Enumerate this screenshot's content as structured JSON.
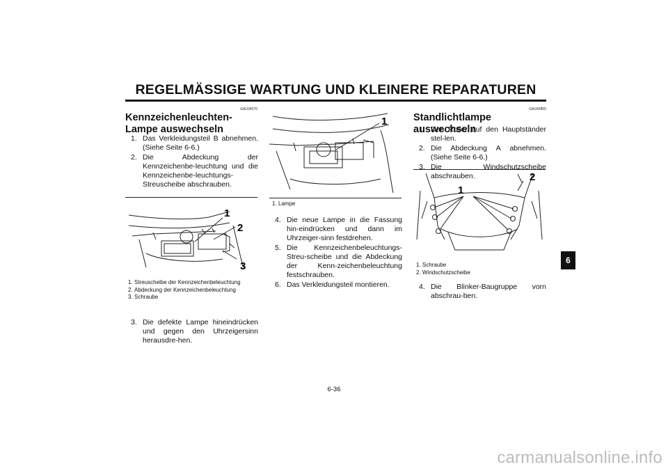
{
  "header": {
    "title": "REGELMÄSSIGE WARTUNG UND KLEINERE REPARATUREN"
  },
  "left": {
    "code": "GAU34270",
    "title": "Kennzeichenleuchten-Lampe auswechseln",
    "steps_a": [
      {
        "num": "1.",
        "text": "Das Verkleidungsteil B abnehmen. (Siehe Seite 6-6.)"
      },
      {
        "num": "2.",
        "text": "Die Abdeckung der Kennzeichenbe-leuchtung und die Kennzeichenbe-leuchtungs-Streuscheibe abschrauben."
      }
    ],
    "figure": {
      "label_1": "1",
      "label_2": "2",
      "label_3": "3"
    },
    "captions": [
      {
        "num": "1.",
        "text": "Streuscheibe der Kennzeichenbeleuchtung"
      },
      {
        "num": "2.",
        "text": "Abdeckung der Kennzeichenbeleuchtung"
      },
      {
        "num": "3.",
        "text": "Schraube"
      }
    ],
    "steps_b": [
      {
        "num": "3.",
        "text": "Die defekte Lampe hineindrücken und gegen den Uhrzeigersinn herausdre-hen."
      }
    ]
  },
  "middle": {
    "figure": {
      "label_1": "1"
    },
    "captions": [
      {
        "num": "1.",
        "text": "Lampe"
      }
    ],
    "steps": [
      {
        "num": "4.",
        "text": "Die neue Lampe in die Fassung hin-eindrücken und dann im Uhrzeiger-sinn festdrehen."
      },
      {
        "num": "5.",
        "text": "Die Kennzeichenbeleuchtungs-Streu-scheibe und die Abdeckung der Kenn-zeichenbeleuchtung festschrauben."
      },
      {
        "num": "6.",
        "text": "Das Verkleidungsteil montieren."
      }
    ]
  },
  "right": {
    "code": "GAU42800",
    "title": "Standlichtlampe auswechseln",
    "steps_a": [
      {
        "num": "1.",
        "text": "Den Roller auf den Hauptständer stel-len."
      },
      {
        "num": "2.",
        "text": "Die Abdeckung A abnehmen. (Siehe Seite 6-6.)"
      },
      {
        "num": "3.",
        "text": "Die Windschutzscheibe abschrauben."
      }
    ],
    "figure": {
      "label_1": "1",
      "label_2": "2"
    },
    "captions": [
      {
        "num": "1.",
        "text": "Schraube"
      },
      {
        "num": "2.",
        "text": "Windschutzscheibe"
      }
    ],
    "steps_b": [
      {
        "num": "4.",
        "text": "Die Blinker-Baugruppe vorn abschrau-ben."
      }
    ]
  },
  "chapter_tab": "6",
  "page_number": "6-36",
  "watermark": "carmanualsonline.info"
}
